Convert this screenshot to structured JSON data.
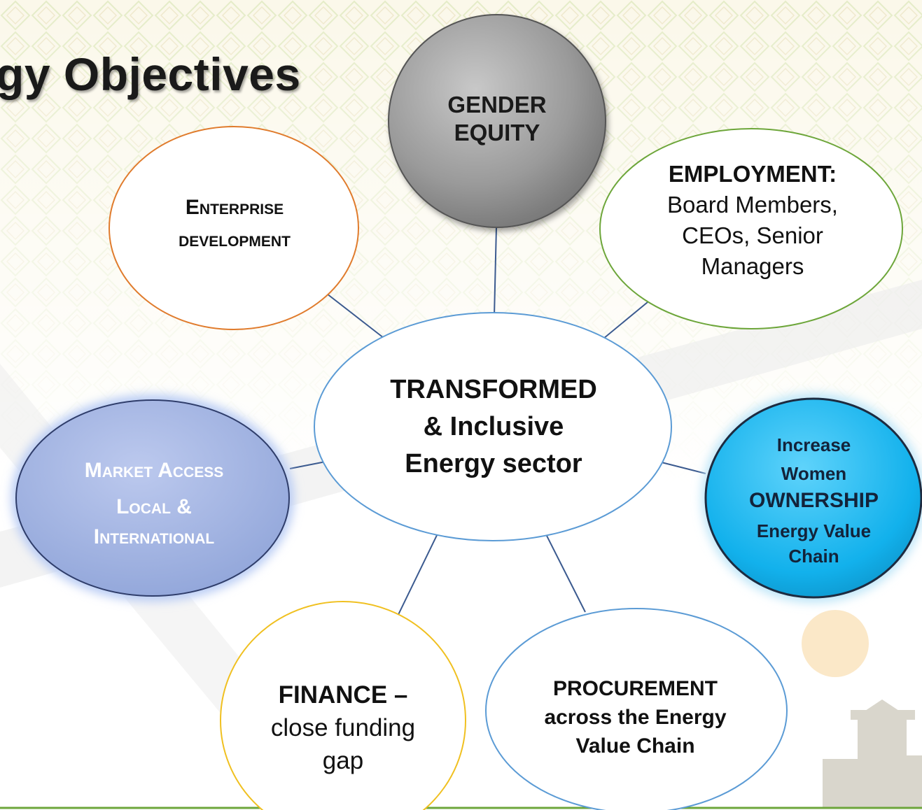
{
  "title": "gy Objectives",
  "center": {
    "line1": "TRANSFORMED",
    "line2": "& Inclusive",
    "line3": "Energy sector"
  },
  "gender": {
    "line1": "GENDER",
    "line2": "EQUITY"
  },
  "enterprise": {
    "line1": "Enterprise",
    "line2": "development"
  },
  "employment": {
    "heading": "EMPLOYMENT:",
    "line1": "Board Members,",
    "line2": "CEOs, Senior",
    "line3": "Managers"
  },
  "market": {
    "line1": "Market Access",
    "line2": "Local &",
    "line3": "International"
  },
  "ownership": {
    "line1": "Increase",
    "line2": "Women",
    "line3": "OWNERSHIP",
    "line4": "Energy Value",
    "line5": "Chain"
  },
  "finance": {
    "heading": "FINANCE –",
    "line1": "close funding",
    "line2": "gap"
  },
  "procurement": {
    "line1": "PROCUREMENT",
    "line2": "across the Energy",
    "line3": "Value Chain"
  },
  "colors": {
    "connector": "#3b5a8f",
    "enterprise_border": "#e07b2c",
    "employment_border": "#6da63a",
    "center_border": "#5b9bd5",
    "finance_border": "#f0c020",
    "procurement_border": "#5b9bd5",
    "gender_fill": "#9a9a9a",
    "market_fill": "#9badde",
    "ownership_fill": "#17b6ee"
  }
}
